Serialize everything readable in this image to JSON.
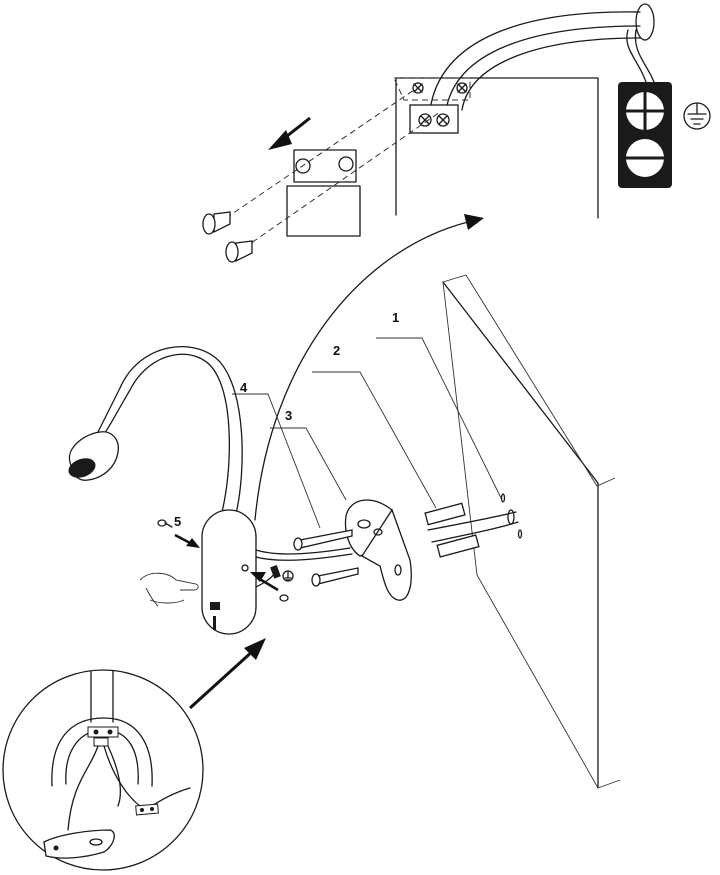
{
  "callouts": [
    {
      "id": "part-1",
      "label": "1"
    },
    {
      "id": "part-2",
      "label": "2"
    },
    {
      "id": "part-3",
      "label": "3"
    },
    {
      "id": "part-4",
      "label": "4"
    },
    {
      "id": "part-5",
      "label": "5"
    }
  ],
  "icons": {
    "ground": "earth-ground-symbol",
    "terminal_block": "terminal-block",
    "hand": "pointing-hand",
    "lamp": "gooseneck-wall-lamp"
  },
  "colors": {
    "line": "#1a1a1a",
    "terminal_box": "#1a1a1a",
    "background": "#ffffff"
  }
}
